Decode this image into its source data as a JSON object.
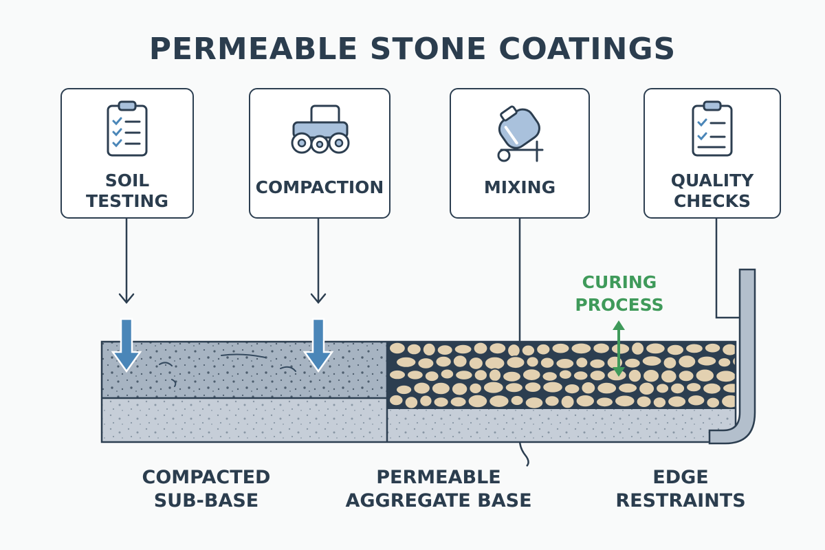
{
  "title": "PERMEABLE STONE COATINGS",
  "steps": [
    {
      "label": "SOIL\nTESTING",
      "icon": "clipboard-checklist-icon"
    },
    {
      "label": "COMPACTION",
      "icon": "tractor-icon"
    },
    {
      "label": "MIXING",
      "icon": "cement-mixer-icon"
    },
    {
      "label": "QUALITY\nCHECKS",
      "icon": "clipboard-checklist-icon"
    }
  ],
  "annotation": "CURING\nPROCESS",
  "layers": [
    {
      "label": "COMPACTED\nSUB-BASE"
    },
    {
      "label": "PERMEABLE\nAGGREGATE BASE"
    },
    {
      "label": "EDGE\nRESTRAINTS"
    }
  ],
  "colors": {
    "outline": "#2c3e50",
    "icon_fill": "#a9c1dc",
    "subbase_top": "#a7b4c2",
    "subbase_bottom": "#c6ced8",
    "aggregate": "#e3d1b1",
    "arrow_blue": "#4a86b8",
    "curing_green": "#3f9a5a"
  }
}
